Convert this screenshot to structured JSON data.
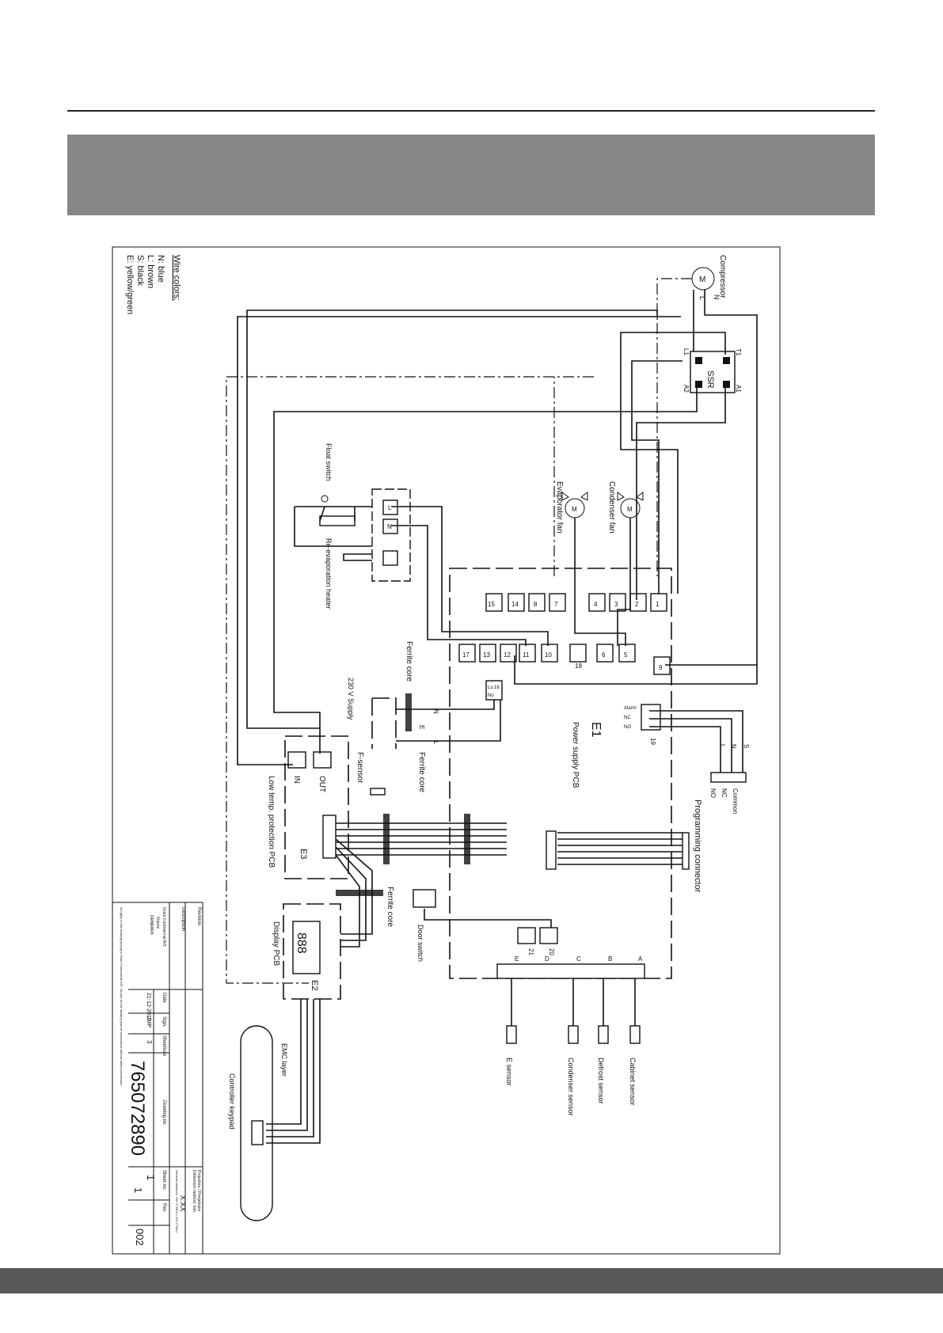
{
  "diagram": {
    "wire_colors": {
      "heading": "Wire colors:",
      "items": [
        "N: blue",
        "L: brown",
        "S: black",
        "E: yellow/green"
      ]
    },
    "components": {
      "compressor": "Compressor",
      "ssr": "SSR",
      "condenser_fan": "Condenser fan",
      "evaporator_fan": "Evaporator fan",
      "float_switch": "Float switch",
      "reevap_heater": "Re-evaporation heater",
      "ferrite_core": "Ferrite core",
      "supply": "230 V Supply",
      "f_sensor": "F-sensor",
      "low_temp_pcb": "Low temp. protection PCB",
      "e3": "E3",
      "e1": "E1",
      "power_supply_pcb": "Power supply PCB",
      "programming_connector": "Programming connector",
      "door_switch": "Door switch",
      "display_pcb": "Display PCB",
      "e2": "E2",
      "display_digits": "888",
      "emc_layer": "EMC layer",
      "controller_keypad": "Controller keypad",
      "cabinet_sensor": "Cabinet sensor",
      "defrost_sensor": "Defrost sensor",
      "condenser_sensor": "Condenser sensor",
      "e_sensor": "E sensor",
      "in": "IN",
      "out": "OUT"
    },
    "pin_letters": {
      "motor_m": "M",
      "motor_n": "N",
      "motor_l": "L",
      "ssr_t1": "T1",
      "ssr_a1": "A1",
      "ssr_l1": "L1",
      "ssr_a2": "A2",
      "strip_l": "L",
      "strip_n": "N",
      "sup_n": "N",
      "sup_e": "E",
      "sup_l": "L",
      "relay_s": "S",
      "relay_n": "N",
      "relay_l": "L",
      "relay_no": "NO",
      "relay_nc": "NC",
      "relay_common": "Common",
      "alarm": "Alarm",
      "nc": "NC",
      "no": "NO",
      "lo": "Lo",
      "no16": "No",
      "conn_a": "A",
      "conn_b": "B",
      "conn_c": "C",
      "conn_d": "D",
      "conn_e": "E"
    },
    "terminals": [
      "1",
      "2",
      "3",
      "4",
      "5",
      "6",
      "7",
      "8",
      "9",
      "10",
      "11",
      "12",
      "13",
      "14",
      "15",
      "16",
      "17",
      "18",
      "19",
      "20",
      "21"
    ]
  },
  "title_block": {
    "revision_label": "Revision",
    "description_label": "Description",
    "company": [
      "Gram Commercial A/S",
      "Vojens",
      "DENMARK"
    ],
    "copyright": "All rights in this drawing belong to Gram Commercial A/S. No part of this drawing may be reproduced without written permission.",
    "date_label": "Date",
    "date": "21-12-2017",
    "sign_label": "Sign.",
    "sign": "JMP",
    "sheets_label": "Sheetsize",
    "sheets": "3",
    "drawing_no_label": "Drawing no.",
    "drawing_no": "765072890",
    "sheet_no_label": "Sheet no.",
    "sheet": "1",
    "sheet_of": "1",
    "rev_label": "Rev.",
    "rev": "002",
    "projection": "Projection / Prosjeksjon",
    "dimension": "Dimension method: mm",
    "general_tolerance": "General tolerance: ISO 2768-m / ISO 2768-2",
    "scale": "X:XX"
  }
}
